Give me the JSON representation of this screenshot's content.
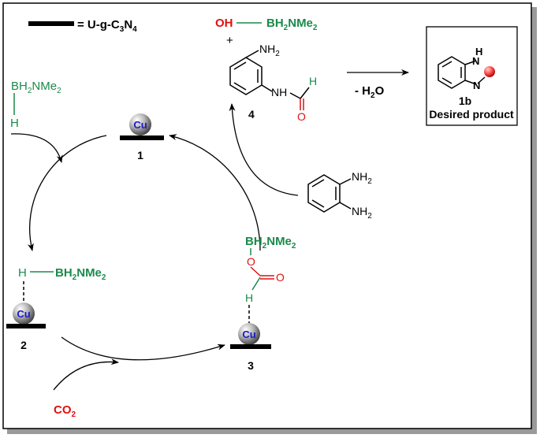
{
  "legend": {
    "eq": "= U-g-C",
    "sub3": "3",
    "n": "N",
    "sub4": "4"
  },
  "reagent": {
    "oh": "OH",
    "bh": "BH",
    "sub2": "2",
    "nme": "NMe",
    "sub2b": "2",
    "plus": "+"
  },
  "borane_top": {
    "bh": "BH",
    "sub2": "2",
    "nme": "NMe",
    "sub2b": "2",
    "h": "H"
  },
  "intermediate2": {
    "h": "H",
    "bh": "BH",
    "sub2": "2",
    "nme": "NMe",
    "sub2b": "2",
    "label": "2"
  },
  "intermediate3": {
    "bh": "BH",
    "sub2": "2",
    "nme": "NMe",
    "sub2b": "2",
    "o1": "O",
    "o2": "O",
    "h": "H",
    "label": "3"
  },
  "compound4": {
    "nh2": "NH",
    "sub2": "2",
    "nh": "NH",
    "h": "H",
    "o": "O",
    "label": "4"
  },
  "diamine": {
    "nh2a": "NH",
    "suba": "2",
    "nh2b": "NH",
    "subb": "2"
  },
  "catalyst": {
    "cu": "Cu",
    "label1": "1"
  },
  "arrow_label": {
    "text": "- H",
    "sub": "2",
    "o": "O"
  },
  "product": {
    "nh": "H",
    "n": "N",
    "n2": "N",
    "label": "1b",
    "desc": "Desired product"
  },
  "co2": {
    "co": "CO",
    "sub": "2"
  },
  "colors": {
    "green": "#1a8a4a",
    "red": "#e01010",
    "cu_blue": "#1a1acc"
  }
}
